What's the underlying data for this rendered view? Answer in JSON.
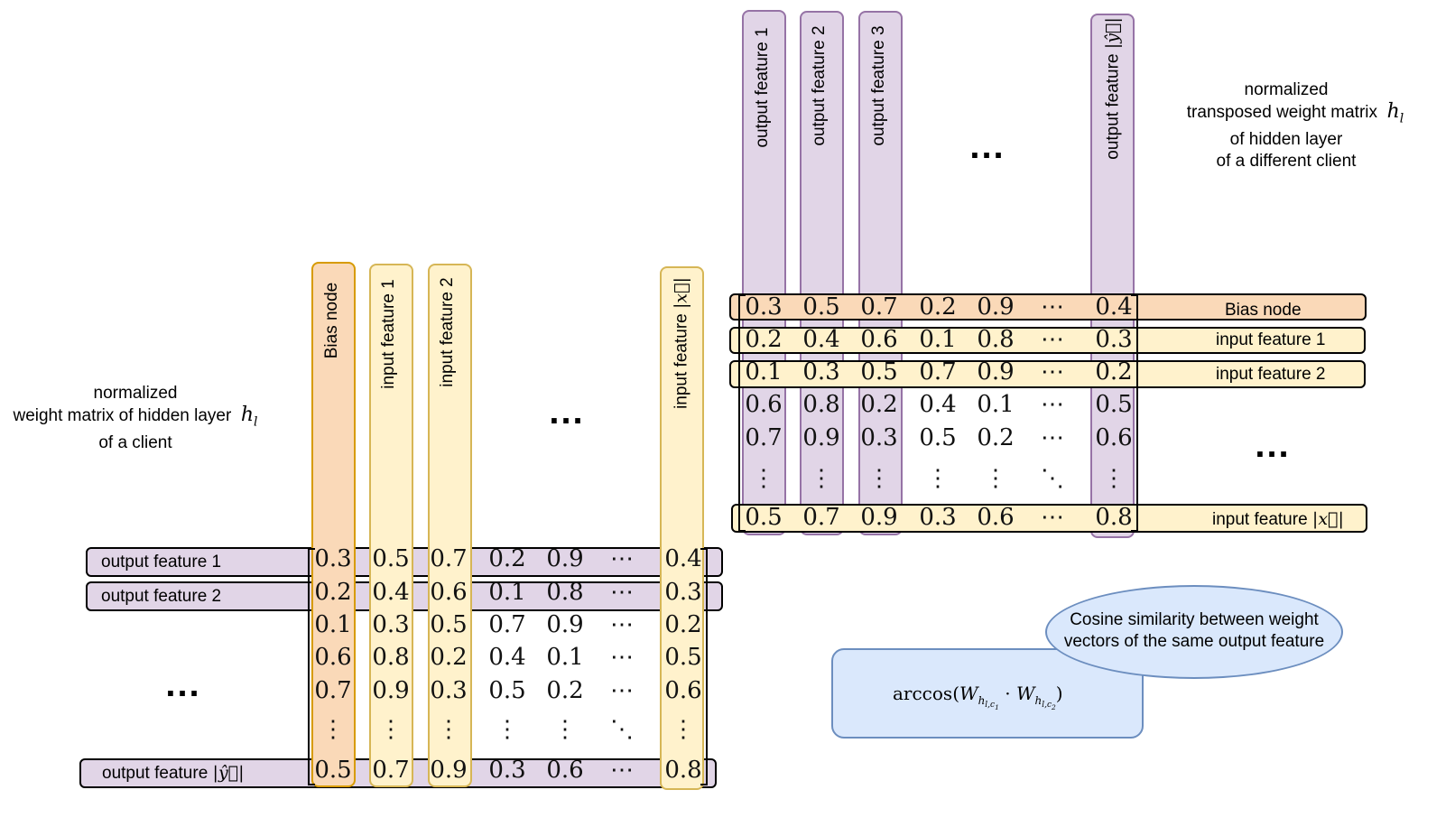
{
  "left": {
    "caption_line1": "normalized",
    "caption_line2": "weight matrix of hidden layer",
    "caption_line3": "of a client",
    "caption_math": "h",
    "caption_math_sub": "l",
    "col_labels": [
      "Bias node",
      "input feature 1",
      "input feature 2"
    ],
    "col_last_text": "input feature",
    "col_last_math": "|x⃗|",
    "row_labels": [
      "output feature 1",
      "output feature 2"
    ],
    "row_last_text": "output feature",
    "row_last_math": "|ŷ⃗|",
    "ellipsis_cols": "...",
    "ellipsis_rows": "..."
  },
  "right": {
    "caption_line1": "normalized",
    "caption_line2": "transposed weight matrix",
    "caption_line3": "of hidden layer",
    "caption_line4": "of a different client",
    "caption_math": "h",
    "caption_math_sub": "l",
    "col_labels": [
      "output feature 1",
      "output feature 2",
      "output feature 3"
    ],
    "col_last_text": "output feature",
    "col_last_math": "|ŷ⃗|",
    "row_labels": [
      "Bias node",
      "input feature 1",
      "input feature 2"
    ],
    "row_last_text": "input feature",
    "row_last_math": "|x⃗|",
    "ellipsis_cols": "...",
    "ellipsis_rows": "..."
  },
  "matrix": [
    [
      "0.3",
      "0.5",
      "0.7",
      "0.2",
      "0.9",
      "⋯",
      "0.4"
    ],
    [
      "0.2",
      "0.4",
      "0.6",
      "0.1",
      "0.8",
      "⋯",
      "0.3"
    ],
    [
      "0.1",
      "0.3",
      "0.5",
      "0.7",
      "0.9",
      "⋯",
      "0.2"
    ],
    [
      "0.6",
      "0.8",
      "0.2",
      "0.4",
      "0.1",
      "⋯",
      "0.5"
    ],
    [
      "0.7",
      "0.9",
      "0.3",
      "0.5",
      "0.2",
      "⋯",
      "0.6"
    ],
    [
      "⋮",
      "⋮",
      "⋮",
      "⋮",
      "⋮",
      "⋱",
      "⋮"
    ],
    [
      "0.5",
      "0.7",
      "0.9",
      "0.3",
      "0.6",
      "⋯",
      "0.8"
    ]
  ],
  "similarity": {
    "bubble_line1": "Cosine similarity between weight",
    "bubble_line2": "vectors of the same output feature",
    "formula_fn": "arccos(",
    "formula_w": "W",
    "formula_end": ")"
  },
  "colors": {
    "purple_fill": "#e1d5e7",
    "purple_stroke": "#9673a6",
    "yellow_fill": "#fff2cc",
    "yellow_stroke": "#d6b656",
    "orange_fill": "#fad9b8",
    "orange_stroke": "#d79b00",
    "blue_fill": "#dae8fc",
    "blue_stroke": "#6c8ebf"
  }
}
